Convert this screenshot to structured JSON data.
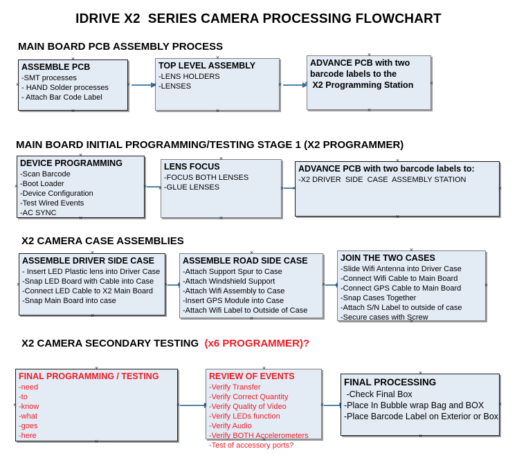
{
  "document": {
    "title": "IDRIVE X2  SERIES CAMERA PROCESSING FLOWCHART",
    "accent_color": "#ee1c25",
    "node_fill": "#e3ebf5",
    "arrow_color": "#4f81a8"
  },
  "sections": [
    {
      "heading": "MAIN BOARD PCB ASSEMBLY PROCESS",
      "heading_accent": "",
      "nodes": [
        {
          "title": "ASSEMBLE PCB",
          "lines": [
            "-SMT processes",
            "- HAND Solder processes",
            "- Attach Bar Code Label"
          ]
        },
        {
          "title": "TOP LEVEL ASSEMBLY",
          "lines": [
            "-LENS HOLDERS",
            "-LENSES"
          ]
        },
        {
          "title": "ADVANCE PCB with two",
          "lines": [
            "barcode labels to the",
            " X2 Programming Station"
          ]
        }
      ]
    },
    {
      "heading": "MAIN BOARD INITIAL PROGRAMMING/TESTING STAGE 1 (X2 PROGRAMMER)",
      "heading_accent": "",
      "nodes": [
        {
          "title": "DEVICE PROGRAMMING",
          "lines": [
            "-Scan Barcode",
            "-Boot Loader",
            "-Device Configuration",
            "-Test Wired Events",
            "-AC SYNC"
          ]
        },
        {
          "title": "LENS FOCUS",
          "lines": [
            "-FOCUS BOTH LENSES",
            "-GLUE LENSES"
          ]
        },
        {
          "title": "ADVANCE PCB with two barcode labels to:",
          "lines": [
            "-X2 DRIVER  SIDE  CASE  ASSEMBLY STATION"
          ]
        }
      ]
    },
    {
      "heading": "X2 CAMERA CASE ASSEMBLIES",
      "heading_accent": "",
      "nodes": [
        {
          "title": "ASSEMBLE DRIVER SIDE CASE",
          "lines": [
            "- Insert LED Plastic lens into Driver Case",
            "-Snap LED Board with Cable into Case",
            "-Connect LED Cable to X2 Main Board",
            "-Snap Main Board into case"
          ]
        },
        {
          "title": "ASSEMBLE ROAD SIDE CASE",
          "lines": [
            "-Attach Support Spur to Case",
            "-Attach Windshield Support",
            "-Attach Wifi Assembly to Case",
            "-Insert GPS Module into Case",
            "-Attach Wifi Label to Outside of Case"
          ]
        },
        {
          "title": "JOIN THE TWO CASES",
          "lines": [
            "-Slide Wifi Antenna into Driver Case",
            "-Connect Wifi Cable to Main Board",
            "-Connect GPS Cable to Main Board",
            "-Snap Cases Together",
            "-Attach S/N Label to outside of case",
            "-Secure cases with Screw"
          ]
        }
      ]
    },
    {
      "heading": "X2 CAMERA SECONDARY TESTING ",
      "heading_accent": " (x6 PROGRAMMER)?",
      "nodes": [
        {
          "title": "FINAL PROGRAMMING / TESTING",
          "lines": [
            "-need",
            "-to",
            "-know",
            "-what",
            "-goes",
            "-here"
          ]
        },
        {
          "title": "REVIEW OF EVENTS",
          "lines": [
            "-Verify Transfer",
            "-Verify Correct Quantity",
            "-Verify Quality of Video",
            "-Verify LEDs function",
            "-Verify Audio",
            "-Verify BOTH Accelerometers",
            "-Test of accessory ports?"
          ]
        },
        {
          "title": "FINAL PROCESSING",
          "lines": [
            " -Check Final Box",
            "-Place In Bubble wrap Bag and BOX",
            "-Place Barcode Label on Exterior or Box"
          ]
        }
      ]
    }
  ]
}
